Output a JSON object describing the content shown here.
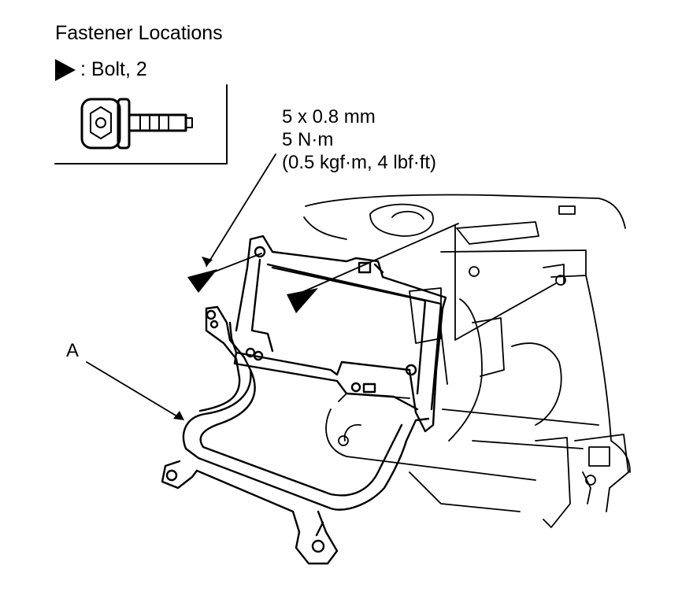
{
  "title": "Fastener Locations",
  "legend": {
    "icon": "filled-triangle-pointer-icon",
    "label": ": Bolt, 2"
  },
  "spec": {
    "size": "5 x 0.8 mm",
    "torque_nm": "5 N·m",
    "torque_alt": "(0.5 kgf·m, 4 lbf·ft)"
  },
  "callout": "A"
}
